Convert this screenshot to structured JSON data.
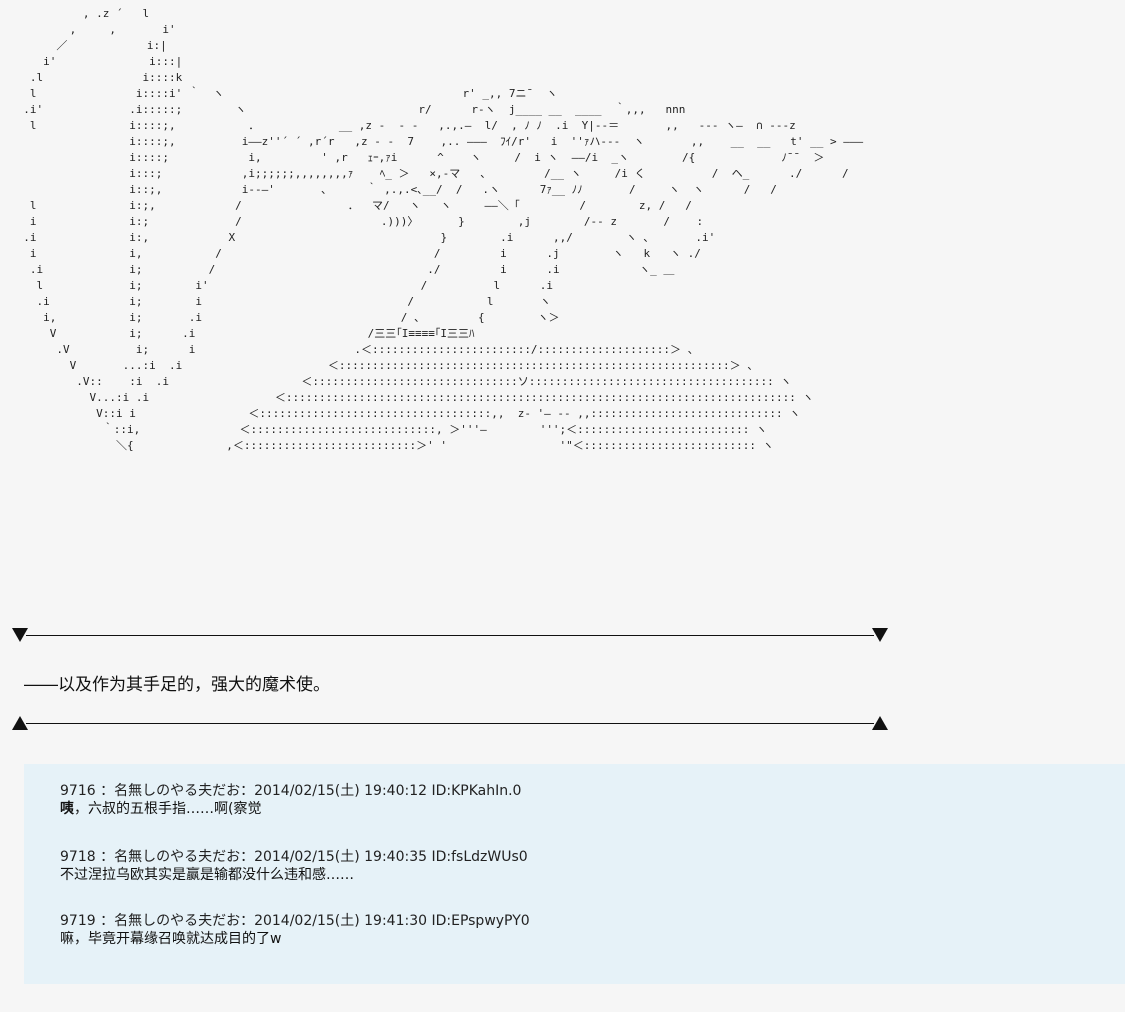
{
  "ascii_art": "           , .z ´   l\n         ,     ,       i'\n       ／            i:|\n     i'              i:::|\n   .l               i::::k\n   l               i::::i' ｀  ヽ                                    r' _,, 7ニ¯  ヽ\n  .i'             .i:::::;        ヽ                          r/      r‐ヽ  j____ __  ____  ｀,,,   nnn\n   l              i::::;,           ．            __ ,z -  ‐ ‐   ,.,.―  l/  , ﾉ ﾉ  .i  Y|‐‐＝       ,,   ‐‐‐ ヽ―  ∩ ‐‐‐z\n                  i::::;,          i――z''´ ´ ,r´r   ,z ‐ ‐  7    ,.. ―――  ﾌｲ/r'   i  ''ｧハ‐‐‐  ヽ       ,,    __  __   t' __ > ―――\n                  i::::;            i,         ' ,r   ｪｰ,ｧi      ^    ヽ     /  i ヽ  ――/i  _ヽ        /{             ﾉ¯¯  ＞\n                  i:::;            ,i;;;;;;,,,,,,,,ｧ    ﾍ_ ＞   ×,-マ   、        /__ ヽ     /i く          /  ヘ_      ./      /\n                  i::;,            i‐‐―'       ､      ｀ ,.,.<､__/  /   .ヽ      7ｧ__ ﾉﾉ       /     ヽ  ヽ      /   /\n   l              i:;,            /                ．  マ/   ヽ   ヽ     ――＼「         /        z, /   /\n   i              i:;             /                     .)))〉      }        ,j        /‐‐ z       /    :\n  .i              i:,            X                               }        .i      ,,/        ヽ ､       .i'\n   i              i,           /                                /         i      .j        ヽ   k   ヽ ./\n   .i             i;          /                                ./         i      .i            ヽ_ ＿\n    l             i;        i'                                /          l      .i\n    .i            i;        i                               /           l       ヽ\n     i,           i;       .i                              / 、        {        ヽ＞\n      V           i;      .i                          /三三｢I≡≡≡≡｢I三三ﾊ\n       .V          i;      i                        .＜::::::::::::::::::::::::/::::::::::::::::::::＞ 、\n         V       ...:i  .i                      ＜:::::::::::::::::::::::::::::::::::::::::::::::::::::::::::＞ 、\n          .V::    :i  .i                    ＜:::::::::::::::::::::::::::::::ソ::::::::::::::::::::::::::::::::::::: ヽ\n            V...:i .i                   ＜::::::::::::::::::::::::::::::::::::::::::::::::::::::::::::::::::::::::::::: ヽ\n             V::i i                 ＜:::::::::::::::::::::::::::::::::::,,  z‐ '― ‐‐ ,,::::::::::::::::::::::::::::: ヽ\n              ｀::i,               ＜::::::::::::::::::::::::::::, ＞'''―        ''';＜:::::::::::::::::::::::::: ヽ\n                ＼{              ,＜::::::::::::::::::::::::::＞' '                 '\"＜:::::::::::::::::::::::::: ヽ",
  "narration": "――以及作为其手足的，强大的魔术使。",
  "posts": [
    {
      "header": "9716 ：名無しのやる夫だお：2014/02/15(土) 19:40:12 ID:KPKahIn.0",
      "body_bold": "咦",
      "body_rest": "，六叔的五根手指……啊(察觉"
    },
    {
      "header": "9718 ：名無しのやる夫だお：2014/02/15(土) 19:40:35 ID:fsLdzWUs0",
      "body_bold": "",
      "body_rest": "不过涅拉乌欧其实是赢是输都没什么违和感……"
    },
    {
      "header": "9719 ：名無しのやる夫だお：2014/02/15(土) 19:41:30 ID:EPspwyPY0",
      "body_bold": "",
      "body_rest": "嘛，毕竟开幕缘召唤就达成目的了w"
    }
  ]
}
